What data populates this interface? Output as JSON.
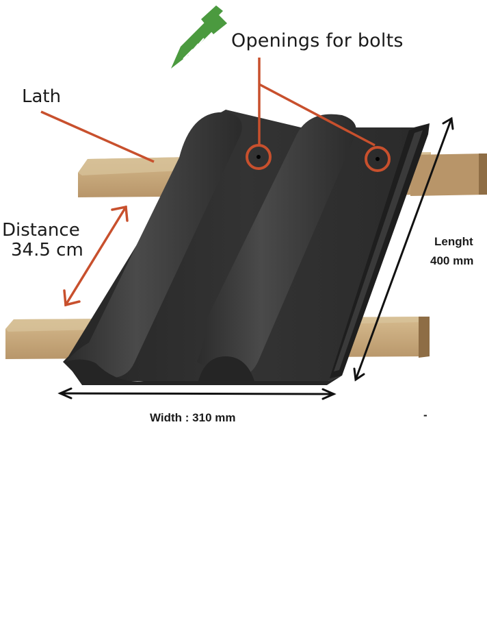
{
  "diagram": {
    "subject": "Roof tile mounted on laths",
    "labels": {
      "openings": "Openings for bolts",
      "lath": "Lath",
      "distance_line1": "Distance",
      "distance_line2": "34.5 cm",
      "length_line1": "Lenght",
      "length_line2": "400 mm",
      "width": "Width : 310 mm",
      "stray_mark": "-"
    },
    "icons": {
      "bolt": "screw-bolt-icon"
    },
    "colors": {
      "callout": "#c8502d",
      "bolt_icon": "#4b9a3f",
      "tile": "#2f2f2f",
      "tile_highlight": "#4a4a4a",
      "wood": "#c9a878",
      "wood_dark": "#9c7c52",
      "dimension_arrow": "#111111",
      "text": "#1a1a1a"
    }
  }
}
